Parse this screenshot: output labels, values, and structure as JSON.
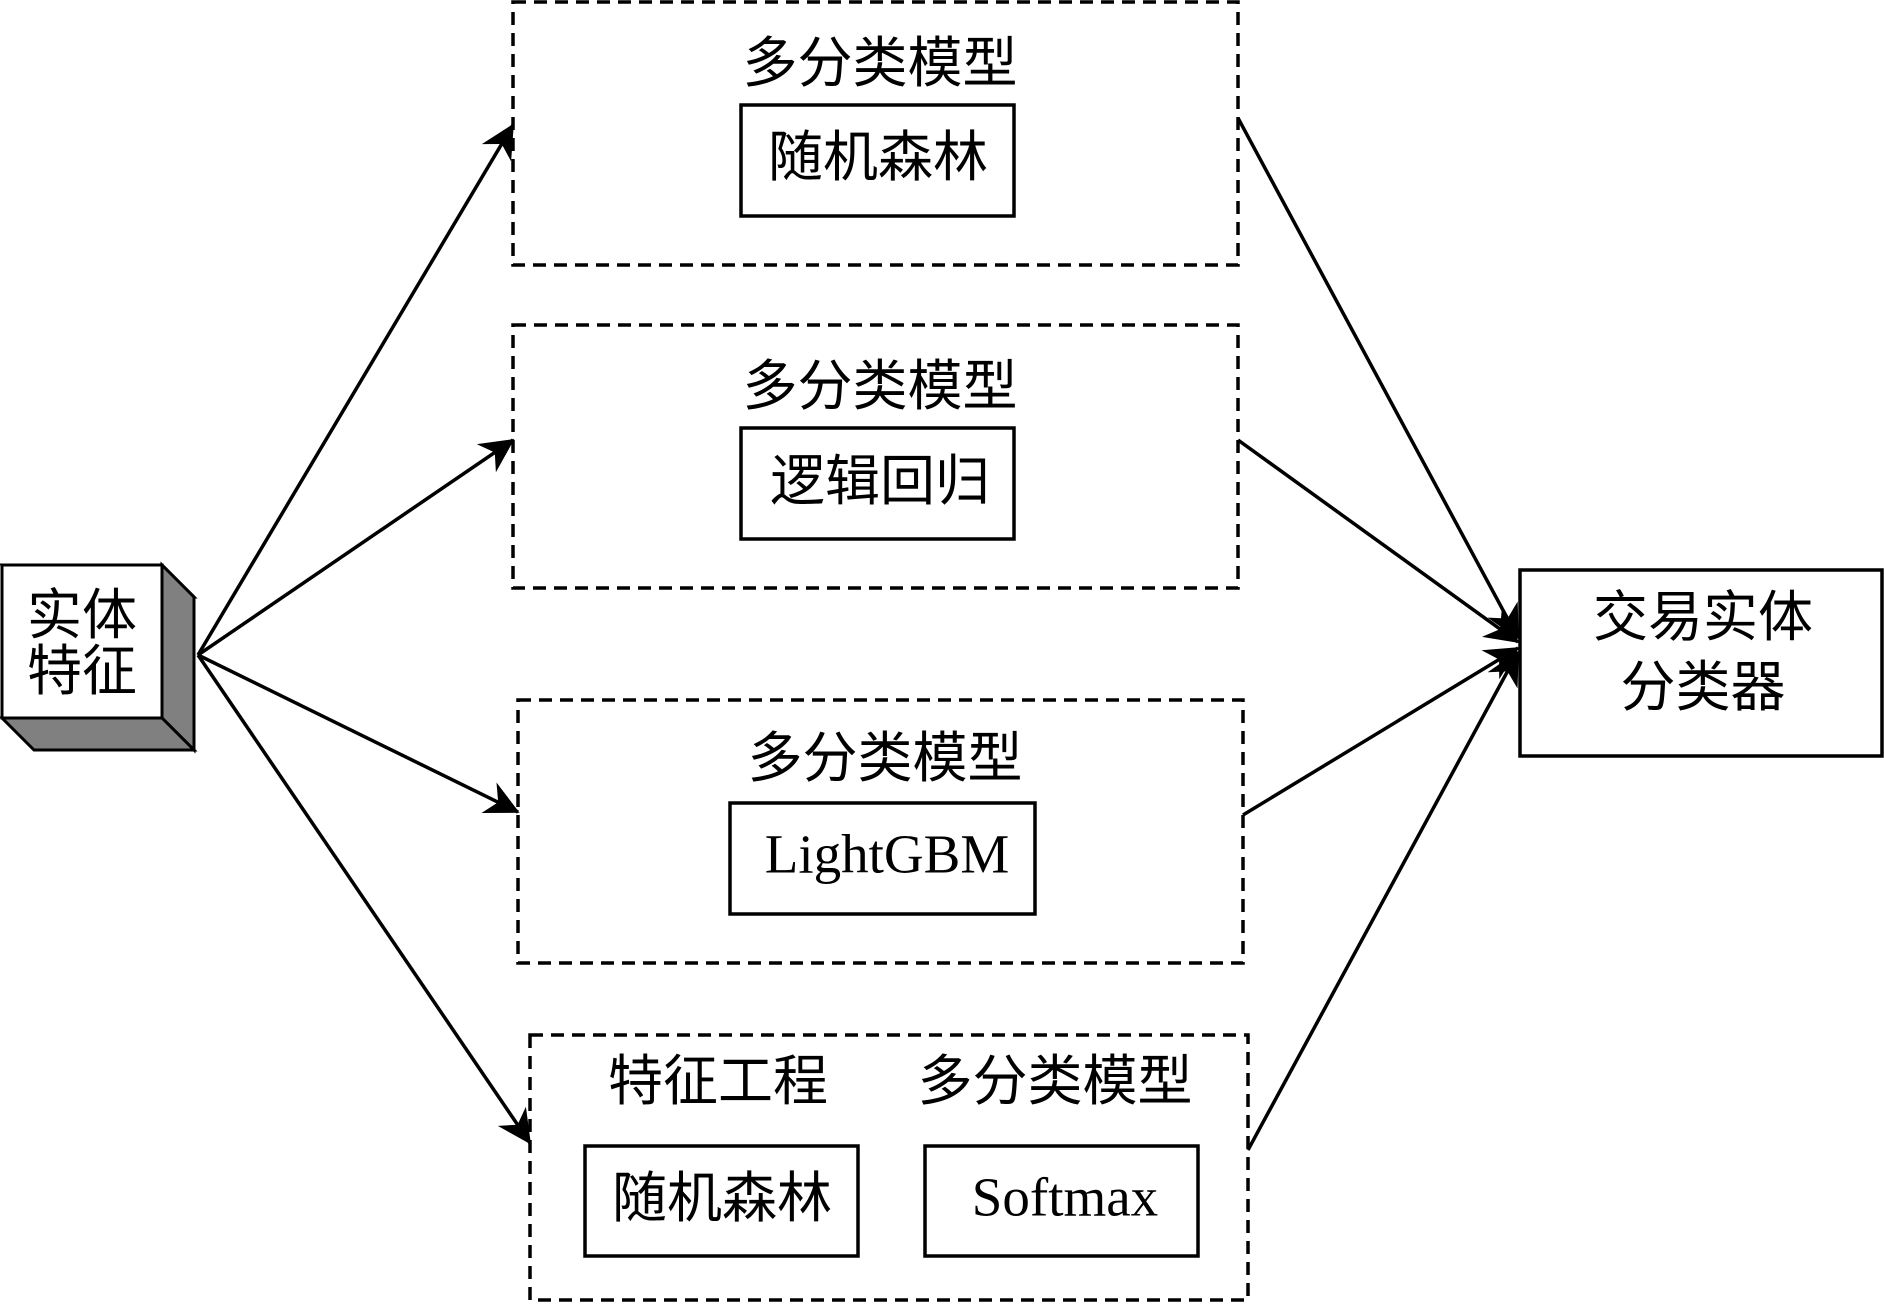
{
  "source": {
    "line1": "实体",
    "line2": "特征"
  },
  "target": {
    "line1": "交易实体",
    "line2": "分类器"
  },
  "groups": [
    {
      "header": "多分类模型",
      "model": "随机森林"
    },
    {
      "header": "多分类模型",
      "model": "逻辑回归"
    },
    {
      "header": "多分类模型",
      "model": "LightGBM"
    },
    {
      "left_header": "特征工程",
      "left_model": "随机森林",
      "right_header": "多分类模型",
      "right_model": "Softmax"
    }
  ],
  "colors": {
    "stroke": "#000000",
    "cube_front": "#ffffff",
    "cube_side": "#808080"
  }
}
